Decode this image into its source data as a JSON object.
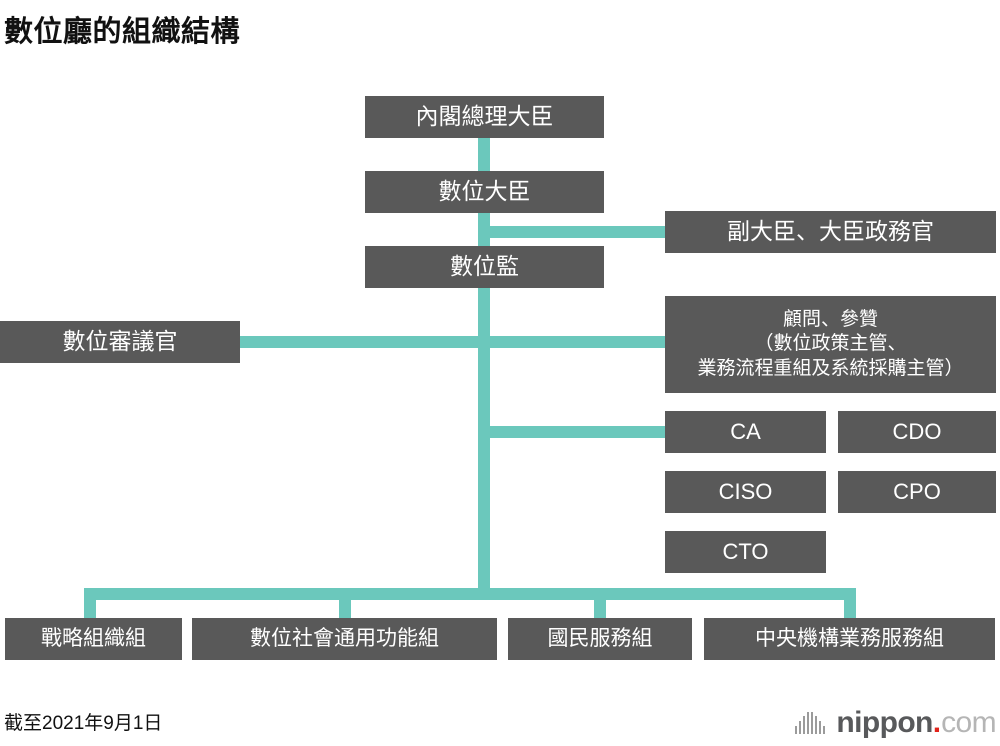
{
  "title": "數位廳的組織結構",
  "footer": {
    "date": "截至2021年9月1日",
    "logo": {
      "mark": "equalizer-bars-icon",
      "word": "nippon",
      "dot": ".",
      "tld": "com"
    }
  },
  "colors": {
    "node_fill": "#595959",
    "node_text": "#ffffff",
    "connector": "#6bc8bc",
    "background": "#ffffff",
    "title_text": "#111111",
    "logo_word": "#58595b",
    "logo_dot": "#e2231a",
    "logo_tld": "#b5b5b5"
  },
  "nodes": {
    "prime_minister": "內閣總理大臣",
    "digital_minister": "數位大臣",
    "digital_director": "數位監",
    "state_minister": "副大臣、大臣政務官",
    "advisors_line1": "顧問、參贊",
    "advisors_line2": "（數位政策主管、",
    "advisors_line3": "業務流程重組及系統採購主管）",
    "deliberation_officer": "數位審議官",
    "ca": "CA",
    "cdo": "CDO",
    "ciso": "CISO",
    "cpo": "CPO",
    "cto": "CTO",
    "group_strategy": "戰略組織組",
    "group_digital_society": "數位社會通用功能組",
    "group_citizen_service": "國民服務組",
    "group_central_agency": "中央機構業務服務組"
  }
}
